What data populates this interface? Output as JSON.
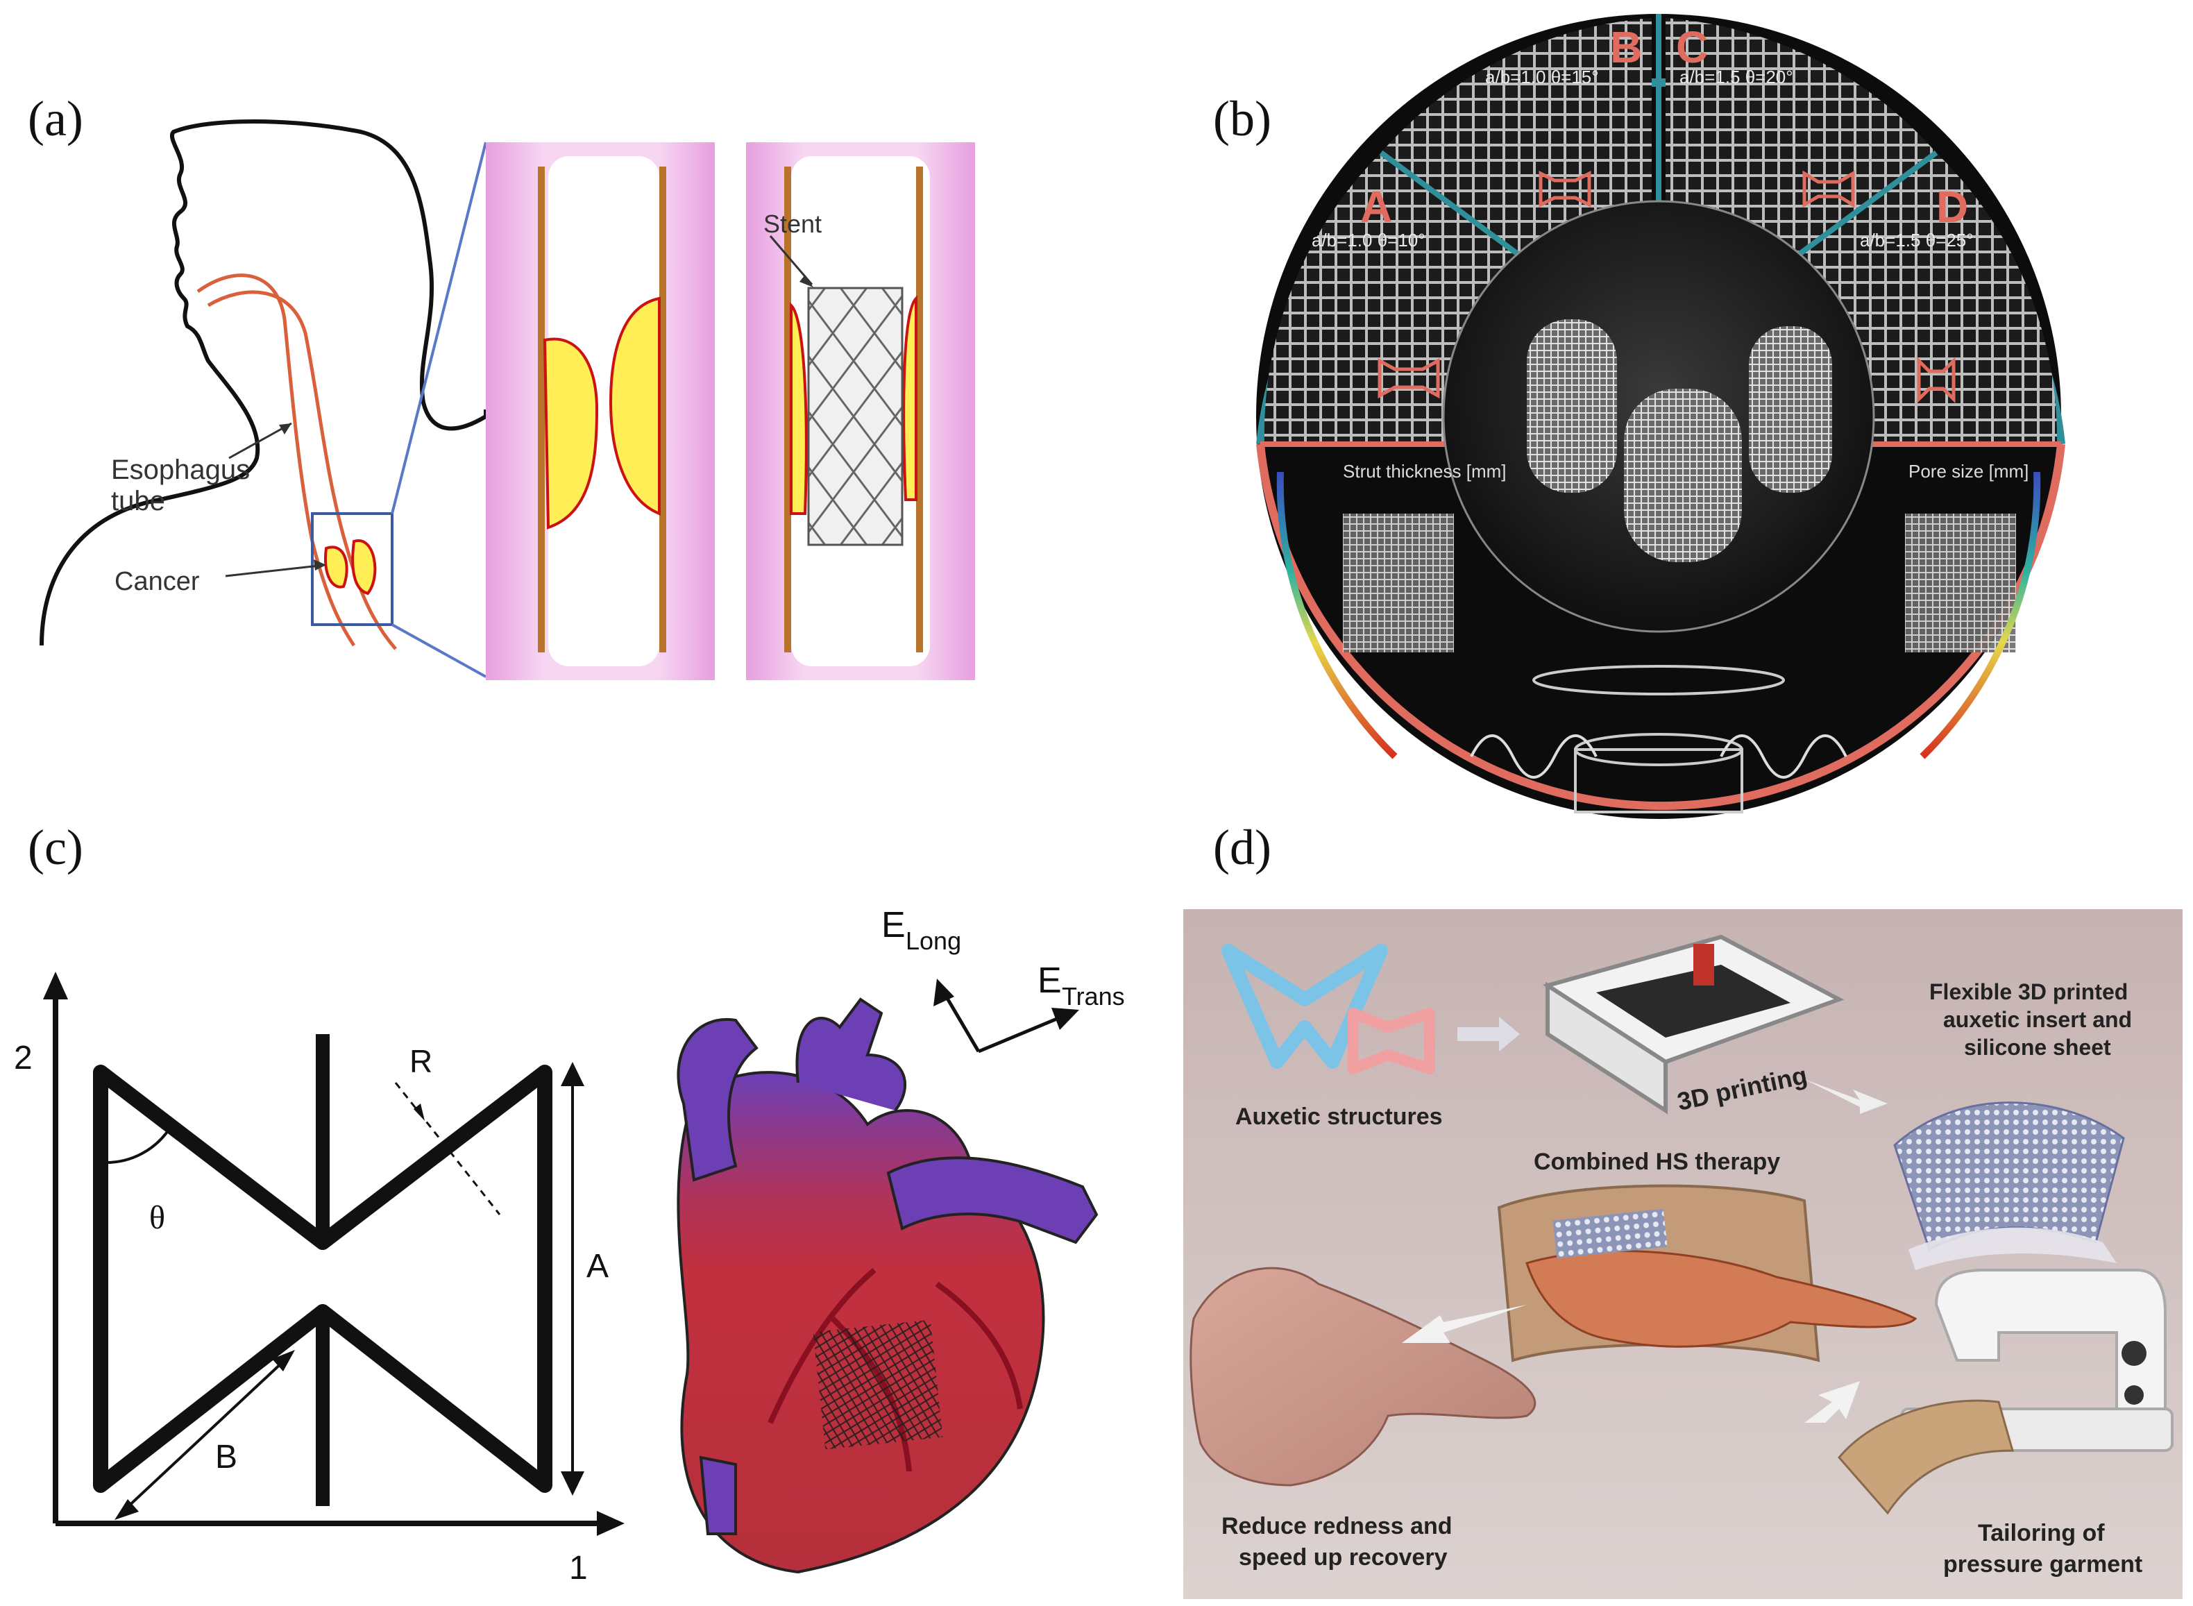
{
  "panel_a": {
    "letter": "(a)",
    "label_esophagus_line1": "Esophagus",
    "label_esophagus_line2": "tube",
    "label_cancer": "Cancer",
    "label_stent": "Stent"
  },
  "panel_b": {
    "letter": "(b)",
    "tiles": [
      {
        "letter": "A",
        "params": "a/b=1.0  θ=10°"
      },
      {
        "letter": "B",
        "params": "a/b=1.0  θ=15°"
      },
      {
        "letter": "C",
        "params": "a/b=1.5  θ=20°"
      },
      {
        "letter": "D",
        "params": "a/b=1.5  θ=25°"
      }
    ],
    "label_strut": "Strut thickness [mm]",
    "label_pore": "Pore size [mm]"
  },
  "panel_c": {
    "letter": "(c)",
    "axis_1": "1",
    "axis_2": "2",
    "label_theta": "θ",
    "label_R": "R",
    "label_A": "A",
    "label_B": "B",
    "e_long_main": "E",
    "e_long_sub": "Long",
    "e_trans_main": "E",
    "e_trans_sub": "Trans"
  },
  "panel_d": {
    "letter": "(d)",
    "auxetic_structures": "Auxetic structures",
    "printing_3d": "3D printing",
    "flexible_line1": "Flexible 3D printed",
    "flexible_line2": "auxetic insert and",
    "flexible_line3": "silicone sheet",
    "combined_hs": "Combined HS therapy",
    "reduce_line1": "Reduce redness and",
    "reduce_line2": "speed up recovery",
    "tailoring_line1": "Tailoring of",
    "tailoring_line2": "pressure garment"
  },
  "colors": {
    "esophagus": "#d9603a",
    "tumor_fill": "#ffee55",
    "tumor_edge": "#cc1111",
    "pink_bg": "#f2b8ea",
    "wall": "#b8742a",
    "teal_ring": "#2f8f9a",
    "salmon_ring": "#e06b5f",
    "heart_red": "#c2303e",
    "vessel_purple": "#6c3fb5",
    "panel_d_bg": "#c9b8b4"
  }
}
